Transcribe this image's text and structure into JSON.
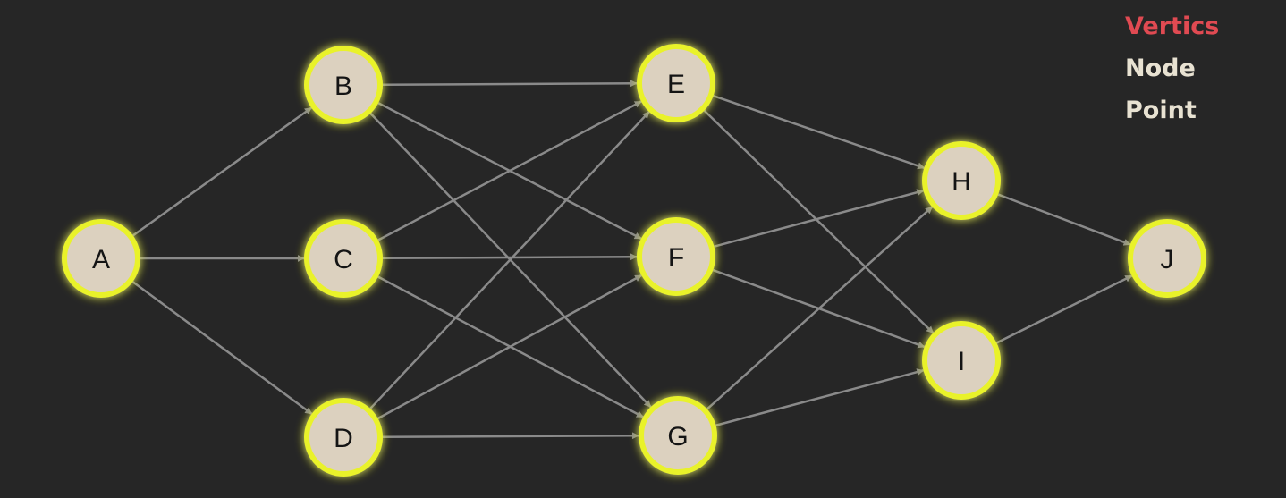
{
  "legend": {
    "items": [
      {
        "label": "Vertics",
        "color": "#e04a52"
      },
      {
        "label": "Node",
        "color": "#e8e2d2"
      },
      {
        "label": "Point",
        "color": "#e8e2d2"
      }
    ]
  },
  "colors": {
    "background": "#262626",
    "node_fill": "#dcd1bf",
    "node_ring": "#e9f22a",
    "node_glow": "#f4ff5a",
    "edge": "#8a8a8a",
    "label": "#141414"
  },
  "graph": {
    "nodes": [
      {
        "id": "A",
        "label": "A"
      },
      {
        "id": "B",
        "label": "B"
      },
      {
        "id": "C",
        "label": "C"
      },
      {
        "id": "D",
        "label": "D"
      },
      {
        "id": "E",
        "label": "E"
      },
      {
        "id": "F",
        "label": "F"
      },
      {
        "id": "G",
        "label": "G"
      },
      {
        "id": "H",
        "label": "H"
      },
      {
        "id": "I",
        "label": "I"
      },
      {
        "id": "J",
        "label": "J"
      }
    ],
    "edges": [
      {
        "from": "A",
        "to": "B"
      },
      {
        "from": "A",
        "to": "C"
      },
      {
        "from": "A",
        "to": "D"
      },
      {
        "from": "B",
        "to": "E"
      },
      {
        "from": "B",
        "to": "F"
      },
      {
        "from": "B",
        "to": "G"
      },
      {
        "from": "C",
        "to": "E"
      },
      {
        "from": "C",
        "to": "F"
      },
      {
        "from": "C",
        "to": "G"
      },
      {
        "from": "D",
        "to": "E"
      },
      {
        "from": "D",
        "to": "F"
      },
      {
        "from": "D",
        "to": "G"
      },
      {
        "from": "E",
        "to": "H"
      },
      {
        "from": "E",
        "to": "I"
      },
      {
        "from": "F",
        "to": "H"
      },
      {
        "from": "F",
        "to": "I"
      },
      {
        "from": "G",
        "to": "H"
      },
      {
        "from": "G",
        "to": "I"
      },
      {
        "from": "H",
        "to": "J"
      },
      {
        "from": "I",
        "to": "J"
      }
    ]
  }
}
